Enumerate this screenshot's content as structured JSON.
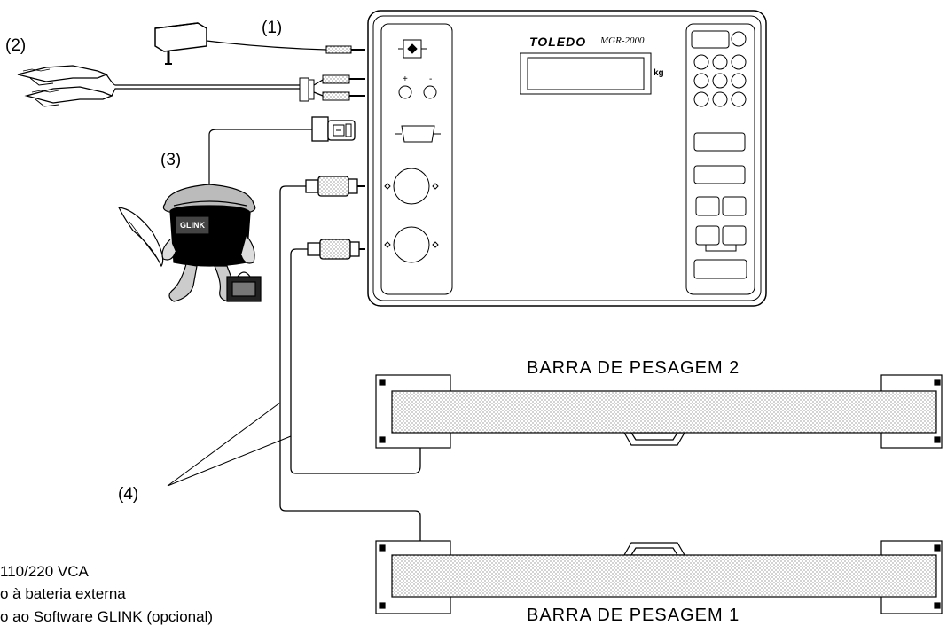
{
  "callouts": {
    "c1": "(1)",
    "c2": "(2)",
    "c3": "(3)",
    "c4": "(4)"
  },
  "device": {
    "brand": "TOLEDO",
    "model": "MGR-2000",
    "unit": "kg",
    "plus": "+",
    "minus": "-"
  },
  "mascot": {
    "label": "GLINK"
  },
  "bars": {
    "bar2": "BARRA  DE  PESAGEM  2",
    "bar1": "BARRA  DE  PESAGEM  1"
  },
  "legend": {
    "line1": "110/220 VCA",
    "line2": "o à bateria externa",
    "line3": "o ao Software GLINK (opcional)"
  }
}
